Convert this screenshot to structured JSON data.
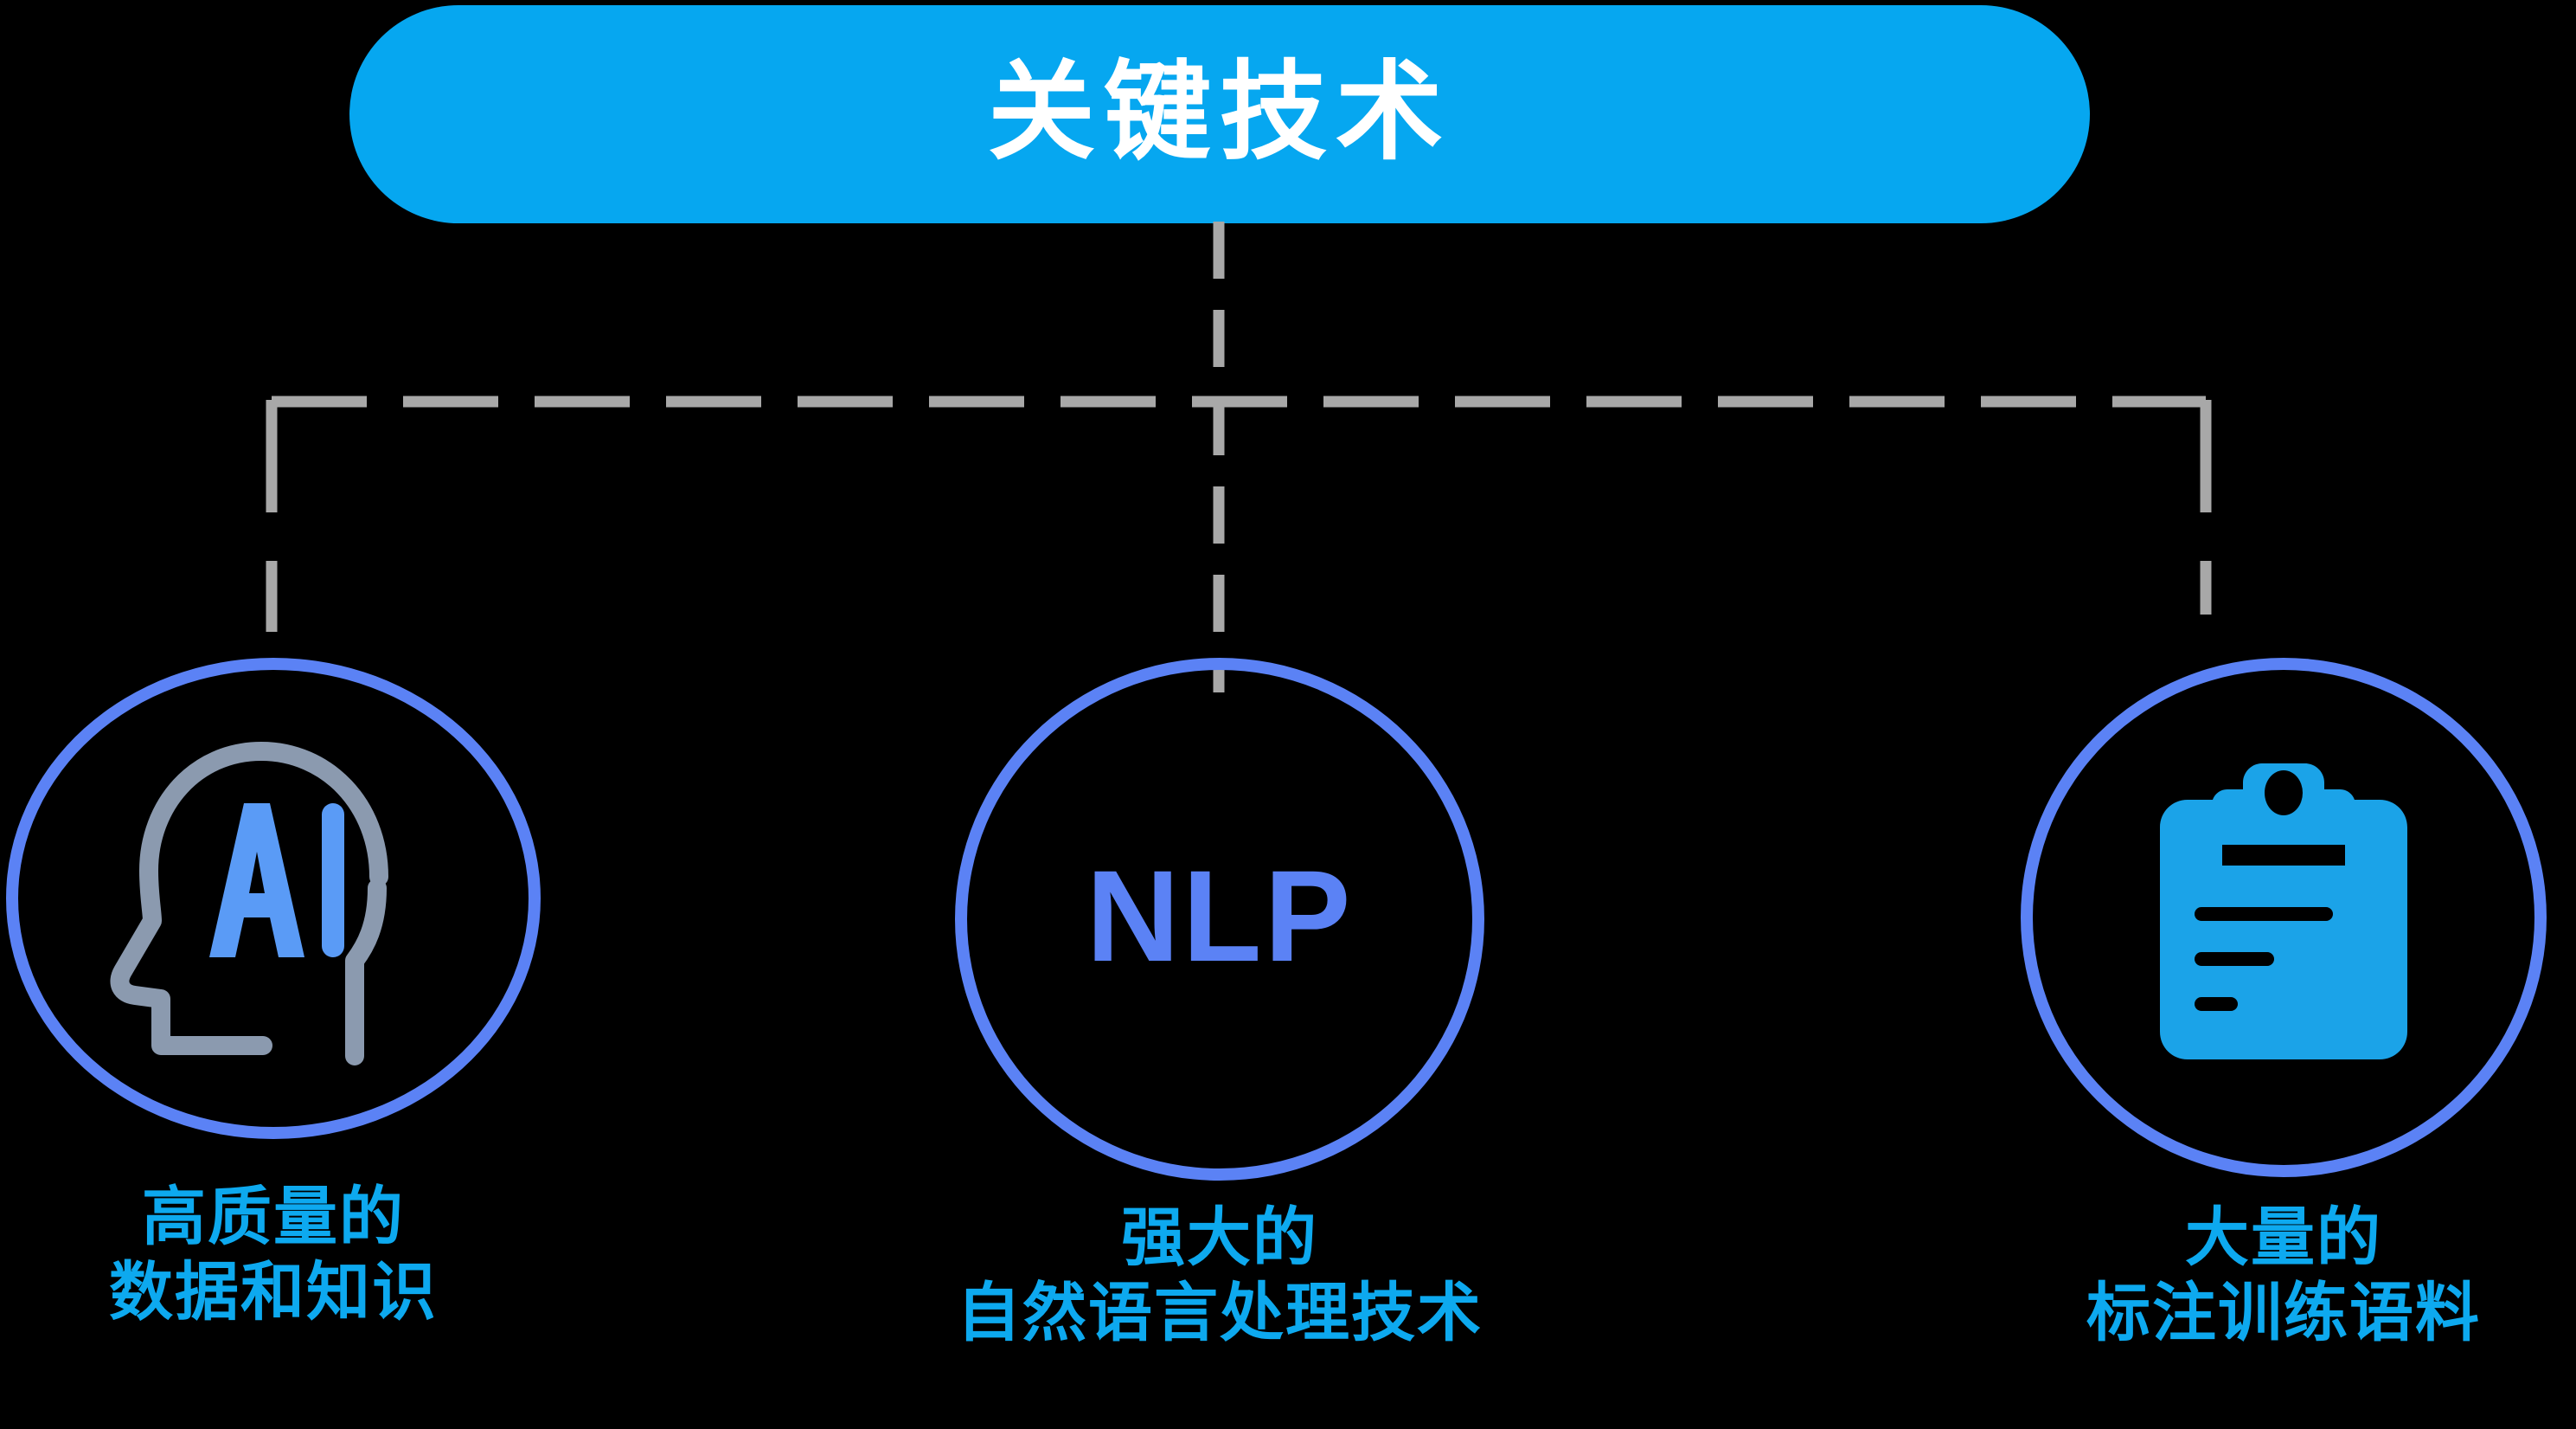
{
  "header": {
    "title": "关键技术",
    "pill_color": "#06A7F0",
    "title_color": "#FFFFFF"
  },
  "theme": {
    "background": "#000000",
    "accent_cyan": "#0DA9EF",
    "accent_blue": "#5B82F5",
    "connector_gray": "#A8A8A8",
    "icon_gray": "#8B9AAF"
  },
  "connectors": {
    "style": "dashed",
    "color": "#A8A8A8",
    "stroke_width": 13
  },
  "nodes": [
    {
      "id": "ai",
      "icon": "ai-head-icon",
      "icon_label": "AI",
      "ring_color": "#5B82F5",
      "caption_line1": "高质量的",
      "caption_line2": "数据和知识"
    },
    {
      "id": "nlp",
      "icon": "nlp-text-icon",
      "icon_label": "NLP",
      "ring_color": "#5B82F5",
      "caption_line1": "强大的",
      "caption_line2": "自然语言处理技术"
    },
    {
      "id": "data",
      "icon": "clipboard-icon",
      "icon_label": "",
      "ring_color": "#5B82F5",
      "caption_line1": "大量的",
      "caption_line2": "标注训练语料"
    }
  ]
}
